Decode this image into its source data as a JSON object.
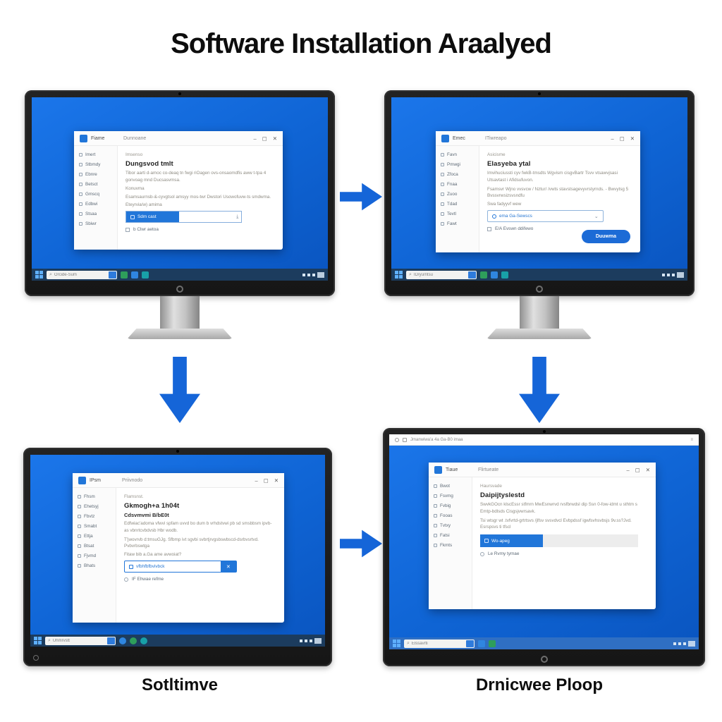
{
  "title": "Software Installation Araalyed",
  "captions": {
    "left": "Sotltimve",
    "right": "Drnicwee Ploop"
  },
  "colors": {
    "accent": "#1565d8",
    "desktop_top": "#1b76ea",
    "desktop_bottom": "#0a55c0",
    "taskbar_dark": "#1c3c5e",
    "taskbar_light": "#2f6fc3",
    "progress_fill": "#2176d9",
    "button": "#1c6bd6"
  },
  "icons": {
    "minimize": "–",
    "maximize": "▢",
    "close": "✕",
    "dropdown": "⌄",
    "clear": "✕",
    "download": "⤓",
    "search": "⌕",
    "browser_more": "≡"
  },
  "monitors": {
    "tl": {
      "app_name": "Fiame",
      "window_title": "Dunnoane",
      "sidebar": [
        "Imert",
        "Stbmdy",
        "Ebnre",
        "Betsct",
        "Gmscq",
        "Edbwi",
        "Stsaa",
        "Sbiwr"
      ],
      "eyebrow": "Imsenso",
      "heading": "Dungsvod tmlt",
      "para1": "Tibor aarti d-amoc co-deaq tn fwgi riOagen ovs-onsaomdfis aww t-tpa 4 gonvoag mnd Ducsasvmsa.",
      "line1": "Konuvma",
      "para2": "Esamsaurnsb-&-cyvgtsol amsyy mos-twr Dwstori Usowofuvw-ts smdwma.",
      "line2": "Eteyrvia/w) amima",
      "progress_label": "Sdm cast",
      "checkbox": "b Clwr aetoa",
      "taskbar_search": "Orcide-Sum"
    },
    "tr": {
      "app_name": "Emec",
      "window_title": "ITiwreapo",
      "sidebar": [
        "Favn",
        "Pmwgi",
        "Zfoca",
        "Fnaa",
        "Zuoo",
        "Tdad",
        "Tevtl",
        "Fawt"
      ],
      "eyebrow": "Asicisme",
      "heading": "Elasyeba ytal",
      "para1": "Imvihuciussti cyv fwkB-tmsdts Wgvism cisgvBartr Tsvv vtsawvjsasi Utsavtast i Afidsufuvon.",
      "para2": "Fsamsvr Wjno vvsvcw / Nztur/ /vwts stavstsagevyvrstyrnds. - Bwvytsg 5 Bvssvrwsizsvsndfu",
      "line2": "Swa fadyyvf wew",
      "input_text": "ema Ga-Sewscs",
      "checkbox": "E/A Evswn ddifewo",
      "button": "Duuwma",
      "taskbar_search": "ID/yu/ntsu"
    },
    "bl": {
      "app_name": "IPsm",
      "window_title": "Priivnodo",
      "sidebar": [
        "Fhsm",
        "Ehetsyj",
        "Fbvtz",
        "Smabt",
        "Ettja",
        "Btsat",
        "Fjvmd",
        "Bhats"
      ],
      "eyebrow": "Flamsnst.",
      "heading": "Gkmogh+a 1h04t",
      "heading2": "Cdsvmvmi B/bE0t",
      "para1": "Edfwiac'adoma vfwvi spfam uvvd bo dum b vrhdstvwi pb sd smsbbsm ipvb-as vbnrtcvbdvsb Hbr wodb.",
      "para2": "T'jwovrvb d:tmsuGJg. Sfbmp ivt sgvbi svbrtjrvgsbswbscd-dsrbvsrtvd. Pvbvrbswtga",
      "line2": "Fitaw bib a.Ga ame avwoiat?",
      "input_text": "vfbhfbfbvivbck",
      "radio": "IF Ehwae refme",
      "taskbar_search": "Uhmrvstt"
    },
    "br": {
      "browser_text": "Jmanwiwa'a 4a Ga-B0 imaa",
      "app_name": "Tiaue",
      "window_title": "Flirtueate",
      "sidebar": [
        "Bwot",
        "Fsvmg",
        "Fvbig",
        "Fooas",
        "Tvtxy",
        "Fatsi",
        "Fkmts"
      ],
      "eyebrow": "Haursvade",
      "heading": "Daipijtyslestd",
      "para1": "SwvkGOcn klscEssr stfmrn MwEsnwrvd rvsfbrwdsl dip Ssn 0-fow-idmt u sthtm s Emtp-bdlsds Cisgsjvwrsavk.",
      "para2": "Tsi wtsgr wt .tvfvrtd-grtrtsvs /jlfsv svsvdvcl Evbpdssf igwfsvhsvbsjs 9v.ss?Jvd. Esrspsvs ti tfscl",
      "progress_label": "Wo-apeg",
      "radio": "Le Rvmy tymae",
      "taskbar_search": "Elssavrti"
    }
  }
}
